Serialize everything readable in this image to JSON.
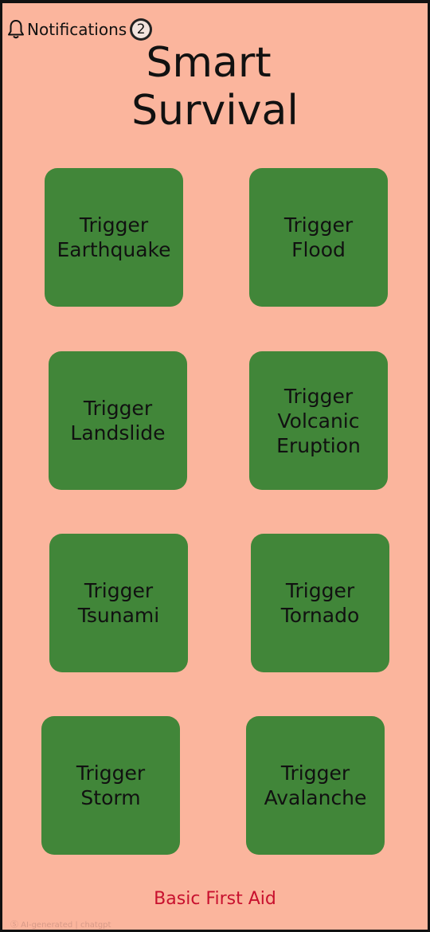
{
  "header": {
    "notifications_label": "Notifications",
    "notifications_count": "2"
  },
  "title": {
    "line1": "Smart",
    "line2": "Survival"
  },
  "buttons": [
    {
      "label": "Trigger\nEarthquake"
    },
    {
      "label": "Trigger\nFlood"
    },
    {
      "label": "Trigger\nLandslide"
    },
    {
      "label": "Trigger\nVolcanic\nEruption"
    },
    {
      "label": "Trigger\nTsunami"
    },
    {
      "label": "Trigger\nTornado"
    },
    {
      "label": "Trigger\nStorm"
    },
    {
      "label": "Trigger\nAvalanche"
    }
  ],
  "footer": {
    "first_aid_label": "Basic First Aid",
    "watermark": "Ⓢ AI-generated | chatgpt"
  },
  "colors": {
    "background": "#fbb59d",
    "tile": "#418639",
    "first_aid": "#c8102e"
  },
  "icons": {
    "bell": "bell-icon"
  }
}
